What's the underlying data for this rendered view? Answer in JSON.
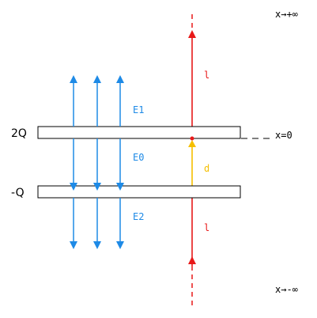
{
  "colors": {
    "field": "#1e8ae6",
    "path": "#e81919",
    "gap": "#f5bf00",
    "plate": "#000000",
    "text": "#000000"
  },
  "labels": {
    "x_pos_inf": "x→+∞",
    "x_neg_inf": "x→-∞",
    "x_zero": "x=0",
    "charge_top": "2Q",
    "charge_bottom": "-Q",
    "e1": "E1",
    "e0": "E0",
    "e2": "E2",
    "l_top": "l",
    "l_bottom": "l",
    "d": "d"
  }
}
